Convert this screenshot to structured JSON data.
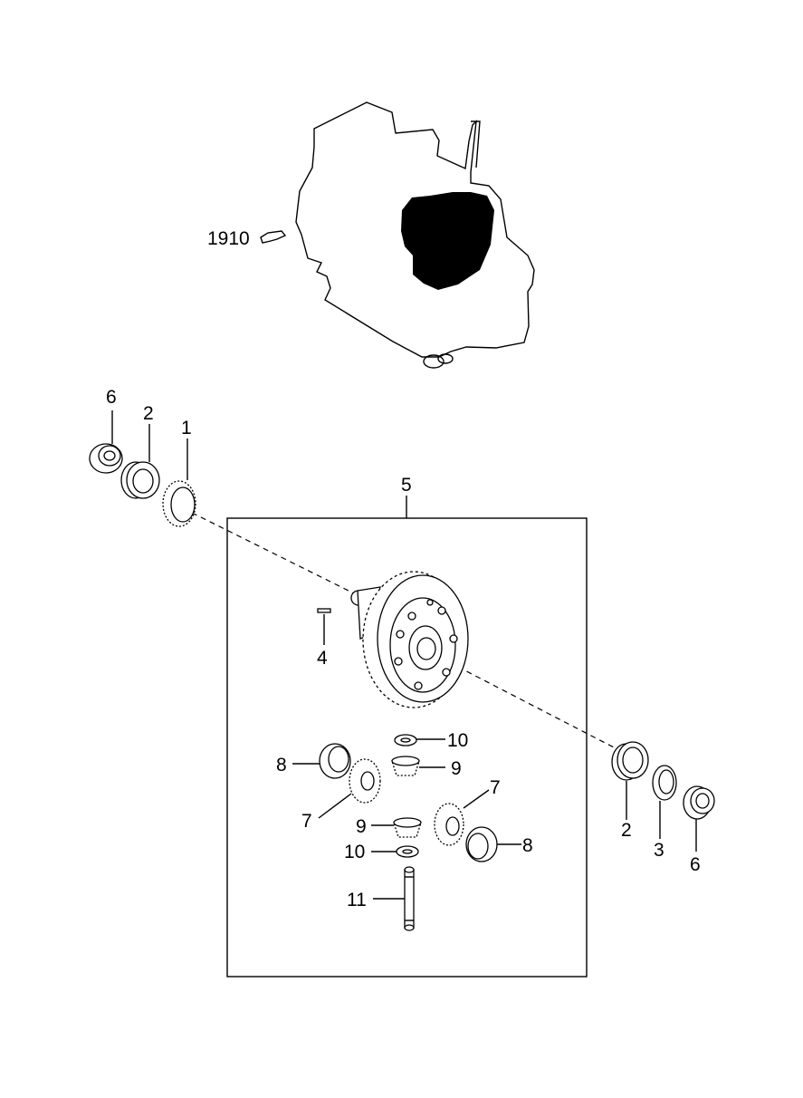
{
  "diagram": {
    "case_ref_label": "1910",
    "kit_label": "5",
    "left_labels": {
      "oil_seal": "6",
      "bearing": "2",
      "speedo_gear": "1"
    },
    "right_labels": {
      "bearing": "2",
      "shim": "3",
      "oil_seal": "6"
    },
    "inner_labels": {
      "pin": "4",
      "washer_top": "10",
      "pinion_top": "9",
      "thrust_washer_left": "8",
      "side_gear_left": "7",
      "side_gear_right": "7",
      "pinion_bottom": "9",
      "washer_bottom": "10",
      "thrust_washer_right": "8",
      "shaft": "11"
    }
  }
}
